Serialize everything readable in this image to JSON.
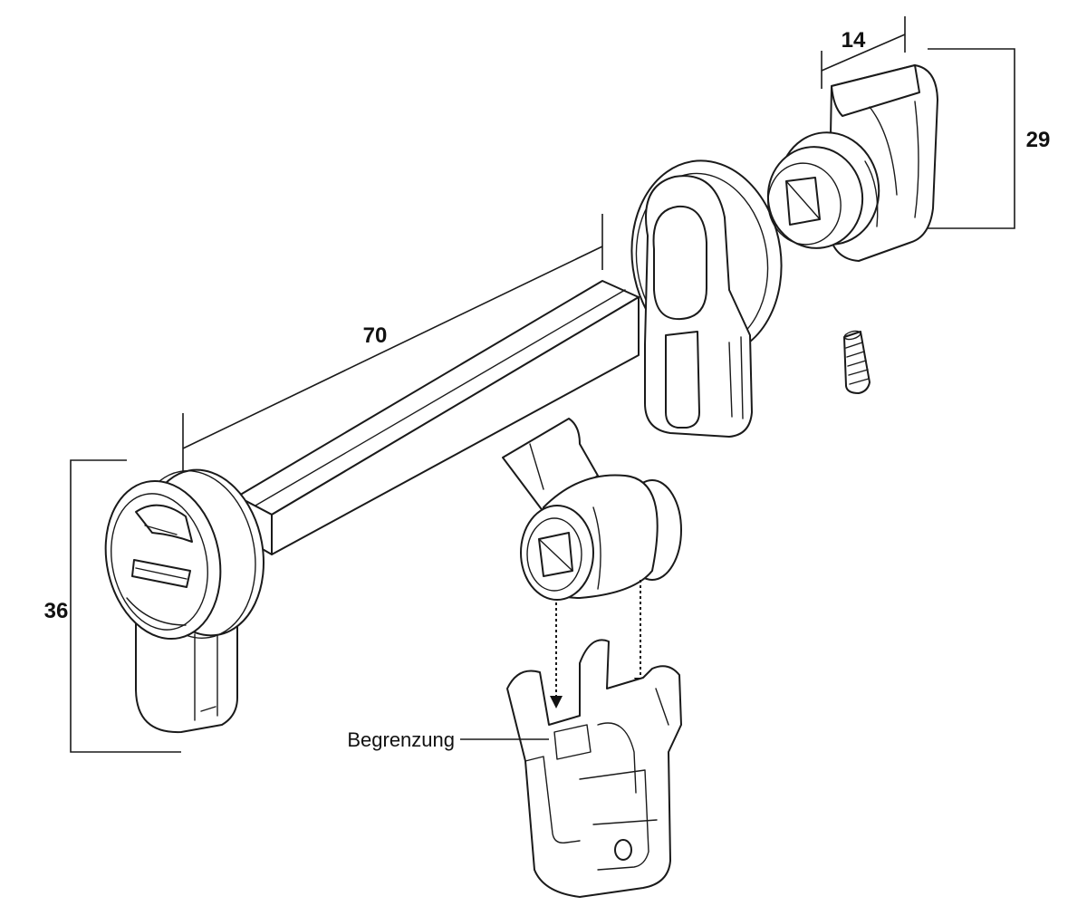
{
  "dimensions": {
    "spindle_length": "70",
    "cylinder_height": "36",
    "knob_width": "14",
    "knob_height": "29"
  },
  "labels": {
    "stop_label": "Begrenzung"
  }
}
